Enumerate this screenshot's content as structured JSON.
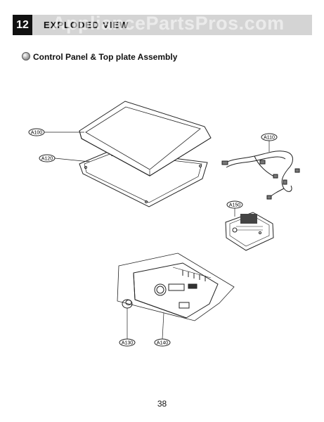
{
  "header": {
    "section_number": "12",
    "title": "EXPLODED VIEW",
    "watermark": "AppliancePartsPros.com"
  },
  "section_title": "Control Panel & Top plate Assembly",
  "callouts": {
    "a100": "A100",
    "a110": "A110",
    "a120": "A120",
    "a130": "A130",
    "a140": "A140",
    "a150": "A150"
  },
  "page_number": "38"
}
